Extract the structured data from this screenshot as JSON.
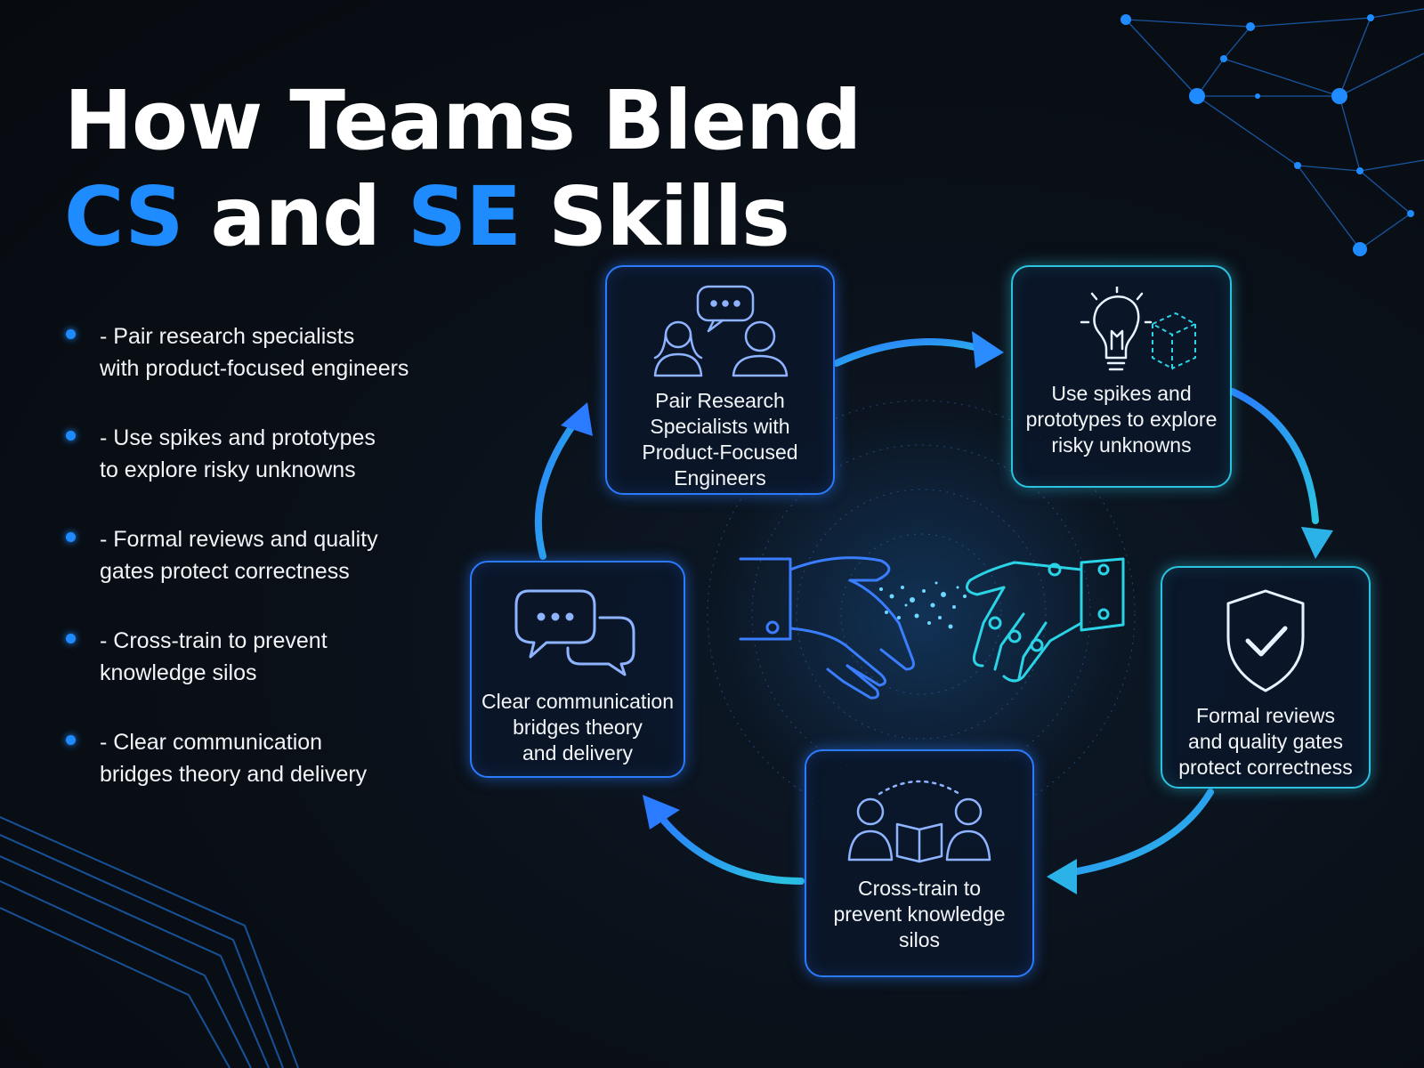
{
  "title": {
    "line1": "How Teams Blend",
    "cs": "CS",
    "and": "and",
    "se": "SE",
    "skills": "Skills"
  },
  "bullets": [
    "- Pair research specialists\nwith product-focused engineers",
    "- Use spikes and prototypes\nto explore risky unknowns",
    "- Formal reviews and quality\ngates protect correctness",
    "- Cross-train to prevent\nknowledge silos",
    "- Clear communication\nbridges theory and delivery"
  ],
  "cycle": {
    "pair": {
      "label": "Pair Research\nSpecialists with\nProduct-Focused\nEngineers",
      "icon": "people-chat-icon"
    },
    "spikes": {
      "label": "Use spikes and\nprototypes to explore\nrisky unknowns",
      "icon": "lightbulb-cube-icon"
    },
    "reviews": {
      "label": "Formal reviews\nand quality gates\nprotect correctness",
      "icon": "shield-check-icon"
    },
    "crosstrain": {
      "label": "Cross-train to\nprevent knowledge\nsilos",
      "icon": "people-book-icon"
    },
    "communication": {
      "label": "Clear communication\nbridges theory\nand delivery",
      "icon": "speech-bubbles-icon"
    }
  },
  "colors": {
    "accent_blue": "#1e8cff",
    "accent_cyan": "#2bc3e0",
    "background": "#0a1018"
  }
}
